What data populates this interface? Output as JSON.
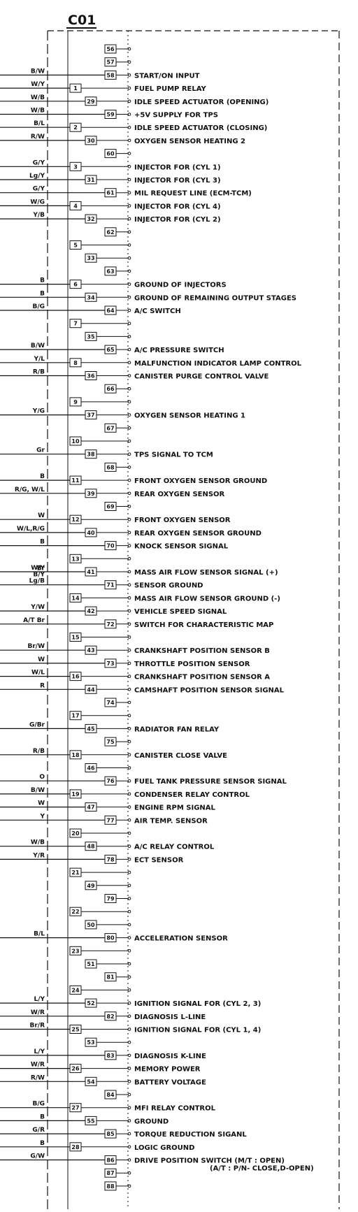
{
  "connector": {
    "title": "C01"
  },
  "pins": [
    {
      "num": "56",
      "desc": "",
      "color": ""
    },
    {
      "num": "57",
      "desc": "",
      "color": ""
    },
    {
      "num": "58",
      "desc": "START/ON INPUT",
      "color": "B/W"
    },
    {
      "num": "1",
      "desc": "FUEL PUMP RELAY",
      "color": "W/Y"
    },
    {
      "num": "29",
      "desc": "IDLE SPEED ACTUATOR (OPENING)",
      "color": "W/B"
    },
    {
      "num": "59",
      "desc": "+5V SUPPLY FOR TPS",
      "color": "W/B"
    },
    {
      "num": "2",
      "desc": "IDLE SPEED ACTUATOR (CLOSING)",
      "color": "B/L"
    },
    {
      "num": "30",
      "desc": "OXYGEN SENSOR HEATING 2",
      "color": "R/W"
    },
    {
      "num": "60",
      "desc": "",
      "color": ""
    },
    {
      "num": "3",
      "desc": "INJECTOR FOR (CYL 1)",
      "color": "G/Y"
    },
    {
      "num": "31",
      "desc": "INJECTOR FOR (CYL 3)",
      "color": "Lg/Y"
    },
    {
      "num": "61",
      "desc": "MIL REQUEST LINE (ECM-TCM)",
      "color": "G/Y"
    },
    {
      "num": "4",
      "desc": "INJECTOR FOR (CYL 4)",
      "color": "W/G"
    },
    {
      "num": "32",
      "desc": "INJECTOR FOR (CYL 2)",
      "color": "Y/B"
    },
    {
      "num": "62",
      "desc": "",
      "color": ""
    },
    {
      "num": "5",
      "desc": "",
      "color": ""
    },
    {
      "num": "33",
      "desc": "",
      "color": ""
    },
    {
      "num": "63",
      "desc": "",
      "color": ""
    },
    {
      "num": "6",
      "desc": "GROUND OF INJECTORS",
      "color": "B"
    },
    {
      "num": "34",
      "desc": "GROUND OF REMAINING OUTPUT STAGES",
      "color": "B"
    },
    {
      "num": "64",
      "desc": "A/C SWITCH",
      "color": "B/G"
    },
    {
      "num": "7",
      "desc": "",
      "color": ""
    },
    {
      "num": "35",
      "desc": "",
      "color": ""
    },
    {
      "num": "65",
      "desc": "A/C PRESSURE SWITCH",
      "color": "B/W"
    },
    {
      "num": "8",
      "desc": "MALFUNCTION INDICATOR LAMP CONTROL",
      "color": "Y/L"
    },
    {
      "num": "36",
      "desc": "CANISTER PURGE CONTROL VALVE",
      "color": "R/B"
    },
    {
      "num": "66",
      "desc": "",
      "color": ""
    },
    {
      "num": "9",
      "desc": "",
      "color": ""
    },
    {
      "num": "37",
      "desc": "OXYGEN SENSOR HEATING 1",
      "color": "Y/G"
    },
    {
      "num": "67",
      "desc": "",
      "color": ""
    },
    {
      "num": "10",
      "desc": "",
      "color": ""
    },
    {
      "num": "38",
      "desc": "TPS SIGNAL TO TCM",
      "color": "Gr"
    },
    {
      "num": "68",
      "desc": "",
      "color": ""
    },
    {
      "num": "11",
      "desc": "FRONT OXYGEN SENSOR GROUND",
      "color": "B"
    },
    {
      "num": "39",
      "desc": "REAR OXYGEN SENSOR",
      "color": "R/G, W/L"
    },
    {
      "num": "69",
      "desc": "",
      "color": ""
    },
    {
      "num": "12",
      "desc": "FRONT OXYGEN SENSOR",
      "color": "W"
    },
    {
      "num": "40",
      "desc": "REAR OXYGEN SENSOR GROUND",
      "color": "W/L,R/G"
    },
    {
      "num": "70",
      "desc": "KNOCK SENSOR SIGNAL",
      "color": "B"
    },
    {
      "num": "13",
      "desc": "",
      "color": ""
    },
    {
      "num": "41",
      "desc": "MASS AIR FLOW SENSOR SIGNAL (+)",
      "color": "W/Y"
    },
    {
      "num": "71",
      "desc": "SENSOR GROUND",
      "color": "Br\nB/Y\nLg/B"
    },
    {
      "num": "14",
      "desc": "MASS AIR FLOW SENSOR GROUND (-)",
      "color": ""
    },
    {
      "num": "42",
      "desc": "VEHICLE SPEED SIGNAL",
      "color": "Y/W"
    },
    {
      "num": "72",
      "desc": "SWITCH FOR CHARACTERISTIC MAP",
      "color": "A/T Br"
    },
    {
      "num": "15",
      "desc": "",
      "color": ""
    },
    {
      "num": "43",
      "desc": "CRANKSHAFT POSITION SENSOR B",
      "color": "Br/W"
    },
    {
      "num": "73",
      "desc": "THROTTLE POSITION SENSOR",
      "color": "W"
    },
    {
      "num": "16",
      "desc": "CRANKSHAFT POSITION SENSOR A",
      "color": "W/L"
    },
    {
      "num": "44",
      "desc": "CAMSHAFT POSITION SENSOR SIGNAL",
      "color": "R"
    },
    {
      "num": "74",
      "desc": "",
      "color": ""
    },
    {
      "num": "17",
      "desc": "",
      "color": ""
    },
    {
      "num": "45",
      "desc": "RADIATOR FAN RELAY",
      "color": "G/Br"
    },
    {
      "num": "75",
      "desc": "",
      "color": ""
    },
    {
      "num": "18",
      "desc": "CANISTER CLOSE VALVE",
      "color": "R/B"
    },
    {
      "num": "46",
      "desc": "",
      "color": ""
    },
    {
      "num": "76",
      "desc": "FUEL TANK PRESSURE SENSOR SIGNAL",
      "color": "O"
    },
    {
      "num": "19",
      "desc": "CONDENSER RELAY CONTROL",
      "color": "B/W"
    },
    {
      "num": "47",
      "desc": "ENGINE RPM SIGNAL",
      "color": "W"
    },
    {
      "num": "77",
      "desc": "AIR TEMP. SENSOR",
      "color": "Y"
    },
    {
      "num": "20",
      "desc": "",
      "color": ""
    },
    {
      "num": "48",
      "desc": "A/C RELAY CONTROL",
      "color": "W/B"
    },
    {
      "num": "78",
      "desc": "ECT SENSOR",
      "color": "Y/R"
    },
    {
      "num": "21",
      "desc": "",
      "color": ""
    },
    {
      "num": "49",
      "desc": "",
      "color": ""
    },
    {
      "num": "79",
      "desc": "",
      "color": ""
    },
    {
      "num": "22",
      "desc": "",
      "color": ""
    },
    {
      "num": "50",
      "desc": "",
      "color": ""
    },
    {
      "num": "80",
      "desc": "ACCELERATION SENSOR",
      "color": "B/L"
    },
    {
      "num": "23",
      "desc": "",
      "color": ""
    },
    {
      "num": "51",
      "desc": "",
      "color": ""
    },
    {
      "num": "81",
      "desc": "",
      "color": ""
    },
    {
      "num": "24",
      "desc": "",
      "color": ""
    },
    {
      "num": "52",
      "desc": "IGNITION SIGNAL FOR (CYL 2, 3)",
      "color": "L/Y"
    },
    {
      "num": "82",
      "desc": "DIAGNOSIS L-LINE",
      "color": "W/R"
    },
    {
      "num": "25",
      "desc": "IGNITION SIGNAL FOR (CYL 1, 4)",
      "color": "Br/R"
    },
    {
      "num": "53",
      "desc": "",
      "color": ""
    },
    {
      "num": "83",
      "desc": "DIAGNOSIS K-LINE",
      "color": "L/Y"
    },
    {
      "num": "26",
      "desc": "MEMORY POWER",
      "color": "W/R"
    },
    {
      "num": "54",
      "desc": "BATTERY VOLTAGE",
      "color": "R/W"
    },
    {
      "num": "84",
      "desc": "",
      "color": ""
    },
    {
      "num": "27",
      "desc": "MFI RELAY CONTROL",
      "color": "B/G"
    },
    {
      "num": "55",
      "desc": "GROUND",
      "color": "B"
    },
    {
      "num": "85",
      "desc": "TORQUE REDUCTION SIGANL",
      "color": "G/R"
    },
    {
      "num": "28",
      "desc": "LOGIC GROUND",
      "color": "B"
    },
    {
      "num": "86",
      "desc": "DRIVE POSITION SWITCH (M/T : OPEN)\n(A/T : P/N- CLOSE,D-OPEN)",
      "color": "G/W"
    },
    {
      "num": "87",
      "desc": "",
      "color": ""
    },
    {
      "num": "88",
      "desc": "",
      "color": ""
    }
  ]
}
